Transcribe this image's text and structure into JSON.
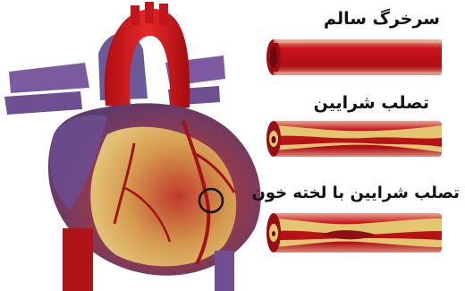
{
  "labels": {
    "healthy": "سرخرگ سالم",
    "atherosclerosis": "تصلب شرایین",
    "atherosclerosis_clot": "تصلب شرایین با لخته خون"
  },
  "colors": {
    "artery_red": "#c8141c",
    "plaque_yellow": "#e2c670",
    "heart_purple": "#7a4f8a",
    "aorta_red": "#d01a1a"
  }
}
